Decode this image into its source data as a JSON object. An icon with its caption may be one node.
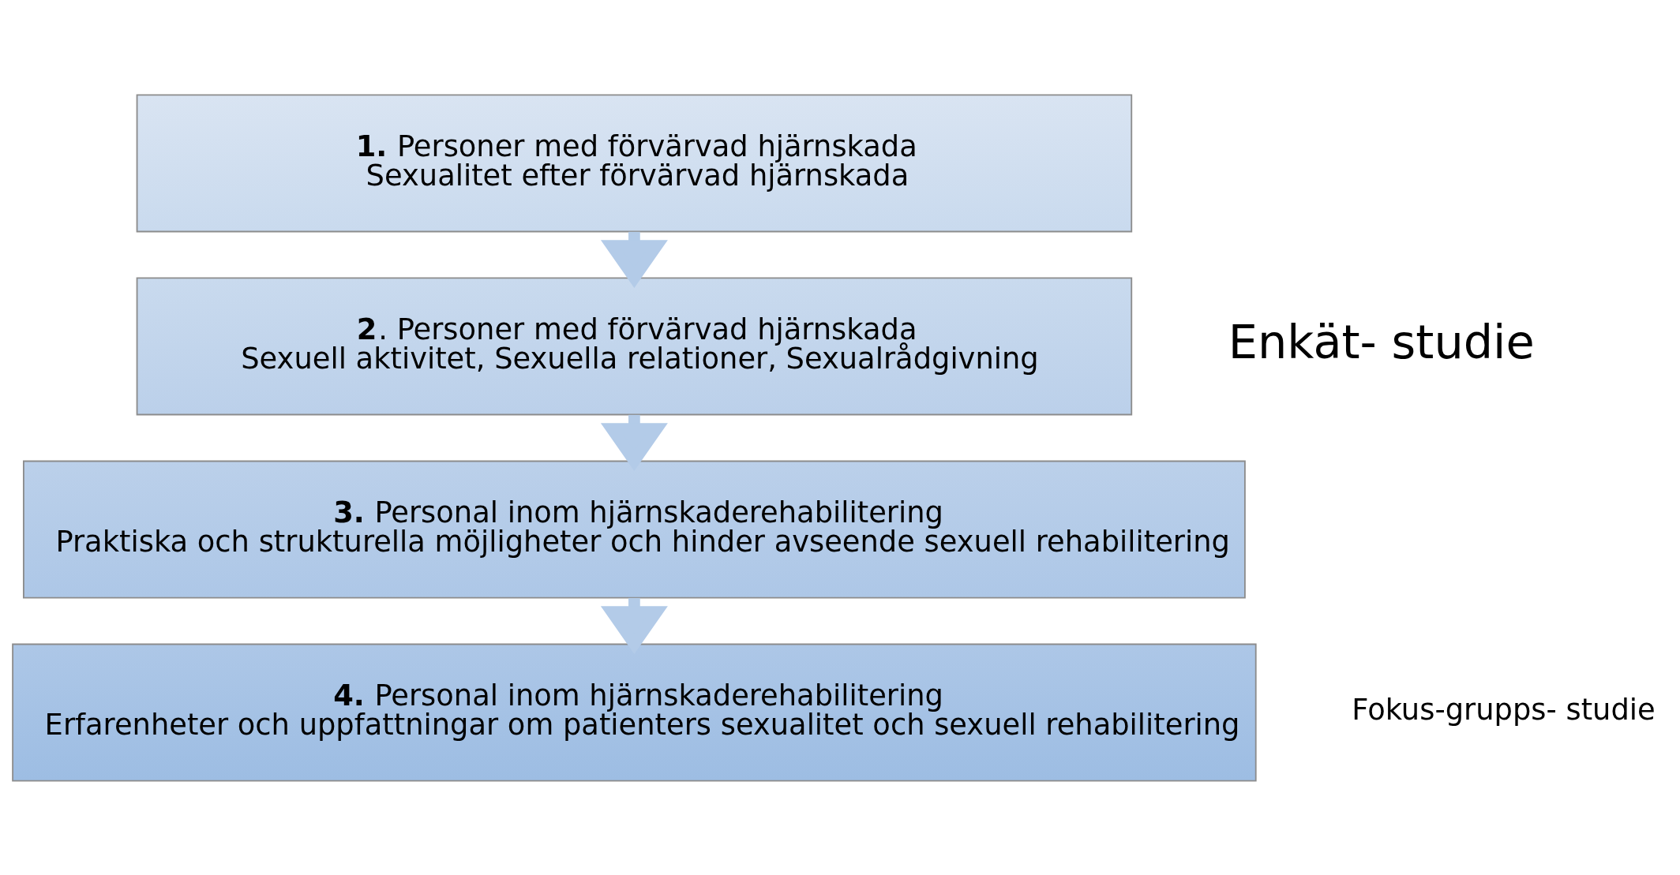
{
  "diagram": {
    "nodes": [
      {
        "text": [
          "**1.** Personer med förvärvad hjärnskada",
          "Sexualitet efter förvärvad hjärnskada"
        ]
      },
      {
        "text": [
          "**2**. Personer med förvärvad hjärnskada",
          "Sexuell aktivitet, Sexuella relationer, Sexualrådgivning"
        ]
      },
      {
        "text": [
          "**3.** Personal inom hjärnskaderehabilitering",
          "Praktiska och strukturella möjligheter och hinder avseende sexuell rehabilitering"
        ]
      },
      {
        "text": [
          "**4.** Personal inom hjärnskaderehabilitering",
          "Erfarenheter och uppfattningar om patienters sexualitet och sexuell rehabilitering"
        ]
      }
    ],
    "edges": [
      {
        "from": 0,
        "to": 1,
        "arrow": "to"
      },
      {
        "from": 1,
        "to": 2,
        "arrow": "to"
      },
      {
        "from": 2,
        "to": 3,
        "arrow": "to"
      }
    ],
    "labels": [
      "Enkät- studie",
      "Fokus-grupps- studie"
    ]
  }
}
